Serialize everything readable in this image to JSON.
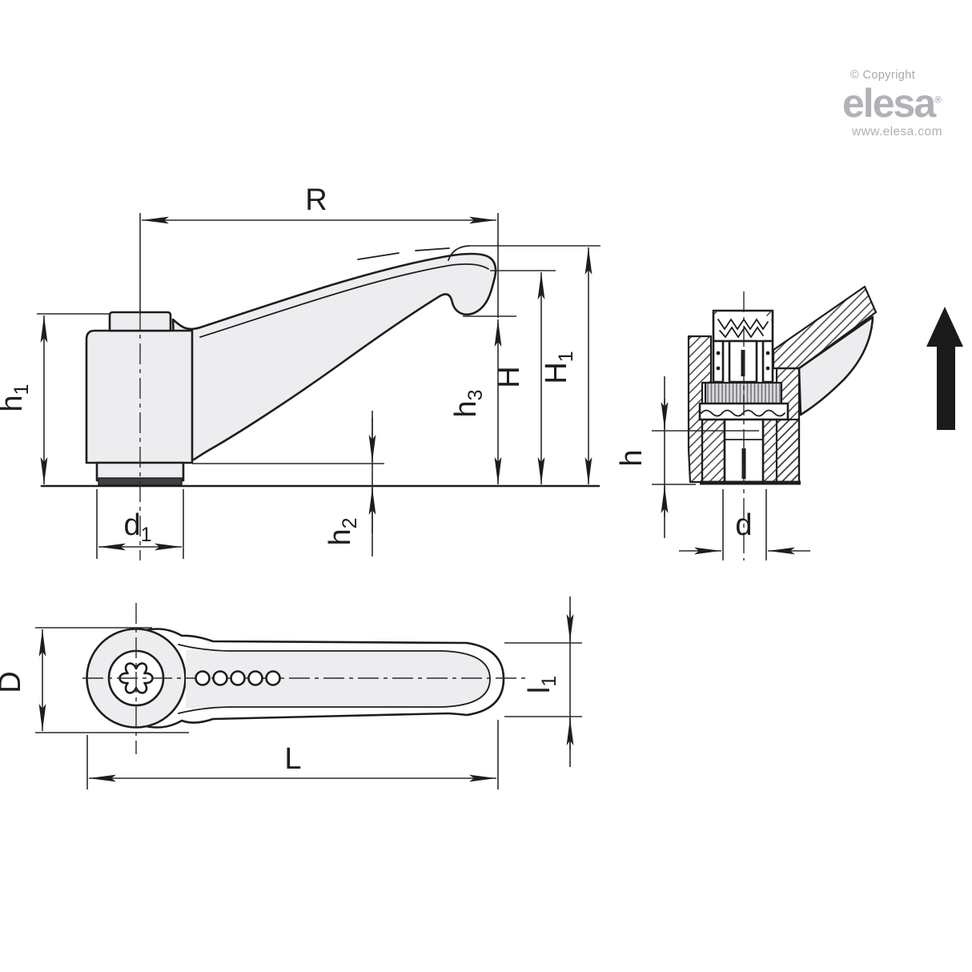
{
  "branding": {
    "copyright_line": "© Copyright",
    "logo_text": "elesa",
    "registered_mark": "®",
    "website": "www.elesa.com"
  },
  "drawing": {
    "side_view": {
      "labels": {
        "R": {
          "main": "R",
          "sub": ""
        },
        "h1": {
          "main": "h",
          "sub": "1"
        },
        "d1": {
          "main": "d",
          "sub": "1"
        },
        "h2": {
          "main": "h",
          "sub": "2"
        },
        "h3": {
          "main": "h",
          "sub": "3"
        },
        "H": {
          "main": "H",
          "sub": ""
        },
        "H1": {
          "main": "H",
          "sub": "1"
        }
      }
    },
    "section_view": {
      "labels": {
        "h": {
          "main": "h",
          "sub": ""
        },
        "d": {
          "main": "d",
          "sub": ""
        }
      }
    },
    "top_view": {
      "labels": {
        "D": {
          "main": "D",
          "sub": ""
        },
        "L": {
          "main": "L",
          "sub": ""
        },
        "l1": {
          "main": "l",
          "sub": "1"
        }
      }
    }
  },
  "colors": {
    "background": "#ffffff",
    "outline": "#1d1d1f",
    "part_fill": "#ededf0",
    "thread_band": "#3f3f42",
    "dimension_lines": "#2a2a2c",
    "knurl_fill": "#d9d9dd",
    "logo_gray": "#b1b1b8",
    "copyright_gray": "#a7a7b0",
    "direction_arrow": "#1a1a1a"
  }
}
